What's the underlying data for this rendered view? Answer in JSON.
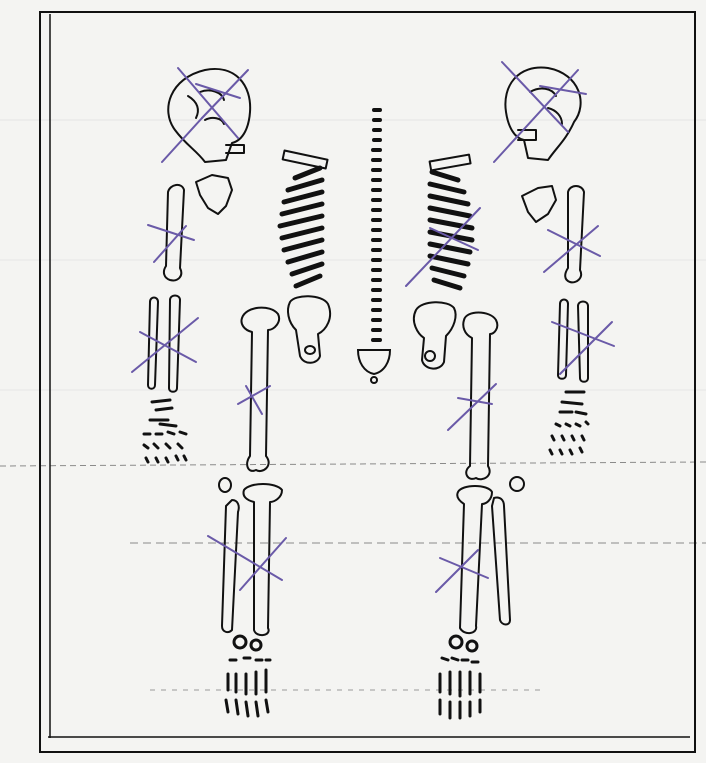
{
  "colors": {
    "paper": "#f4f4f2",
    "ink": "#111111",
    "marker": "#6a5aa8",
    "scanline": "#9a9a9a"
  },
  "figure": {
    "bones_left": [
      "skull",
      "clavicle",
      "scapula",
      "humerus",
      "radius",
      "ulna",
      "hand",
      "ribs",
      "pelvis",
      "femur",
      "patella",
      "tibia",
      "fibula",
      "foot"
    ],
    "bones_right": [
      "skull",
      "clavicle",
      "scapula",
      "humerus",
      "radius",
      "ulna",
      "hand",
      "ribs",
      "pelvis",
      "femur",
      "patella",
      "tibia",
      "fibula",
      "foot"
    ],
    "bones_center": [
      "vertebral-column",
      "sacrum"
    ],
    "crossed_out": [
      "skull-left",
      "humerus-left",
      "forearm-left",
      "femur-left",
      "lower-leg-left",
      "skull-right",
      "ribs-right",
      "humerus-right",
      "forearm-right",
      "femur-right",
      "lower-leg-right"
    ]
  }
}
